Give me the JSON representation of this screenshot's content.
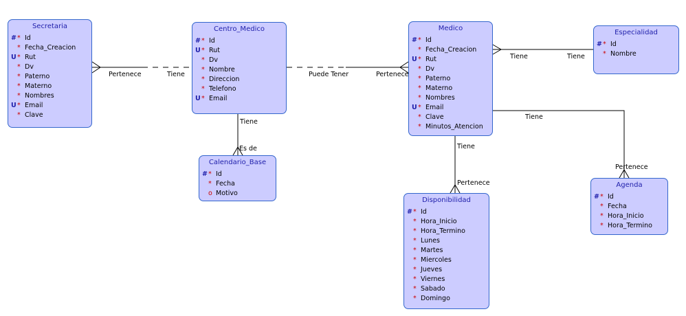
{
  "entities": {
    "secretaria": {
      "title": "Secretaria",
      "attributes": [
        {
          "key": "#",
          "req": "*",
          "name": "Id"
        },
        {
          "key": "",
          "req": "*",
          "name": "Fecha_Creacion"
        },
        {
          "key": "U",
          "req": "*",
          "name": "Rut"
        },
        {
          "key": "",
          "req": "*",
          "name": "Dv"
        },
        {
          "key": "",
          "req": "*",
          "name": "Paterno"
        },
        {
          "key": "",
          "req": "*",
          "name": "Materno"
        },
        {
          "key": "",
          "req": "*",
          "name": "Nombres"
        },
        {
          "key": "U",
          "req": "*",
          "name": "Email"
        },
        {
          "key": "",
          "req": "*",
          "name": "Clave"
        }
      ]
    },
    "centro_medico": {
      "title": "Centro_Medico",
      "attributes": [
        {
          "key": "#",
          "req": "*",
          "name": "Id"
        },
        {
          "key": "U",
          "req": "*",
          "name": "Rut"
        },
        {
          "key": "",
          "req": "*",
          "name": "Dv"
        },
        {
          "key": "",
          "req": "*",
          "name": "Nombre"
        },
        {
          "key": "",
          "req": "*",
          "name": "Direccion"
        },
        {
          "key": "",
          "req": "*",
          "name": "Telefono"
        },
        {
          "key": "U",
          "req": "*",
          "name": "Email"
        }
      ]
    },
    "calendario_base": {
      "title": "Calendario_Base",
      "attributes": [
        {
          "key": "#",
          "req": "*",
          "name": "Id"
        },
        {
          "key": "",
          "req": "*",
          "name": "Fecha"
        },
        {
          "key": "",
          "req": "o",
          "name": "Motivo"
        }
      ]
    },
    "medico": {
      "title": "Medico",
      "attributes": [
        {
          "key": "#",
          "req": "*",
          "name": "Id"
        },
        {
          "key": "",
          "req": "*",
          "name": "Fecha_Creacion"
        },
        {
          "key": "U",
          "req": "*",
          "name": "Rut"
        },
        {
          "key": "",
          "req": "*",
          "name": "Dv"
        },
        {
          "key": "",
          "req": "*",
          "name": "Paterno"
        },
        {
          "key": "",
          "req": "*",
          "name": "Materno"
        },
        {
          "key": "",
          "req": "*",
          "name": "Nombres"
        },
        {
          "key": "U",
          "req": "*",
          "name": "Email"
        },
        {
          "key": "",
          "req": "*",
          "name": "Clave"
        },
        {
          "key": "",
          "req": "*",
          "name": "Minutos_Atencion"
        }
      ]
    },
    "especialidad": {
      "title": "Especialidad",
      "attributes": [
        {
          "key": "#",
          "req": "*",
          "name": "Id"
        },
        {
          "key": "",
          "req": "*",
          "name": "Nombre"
        }
      ]
    },
    "disponibilidad": {
      "title": "Disponibilidad",
      "attributes": [
        {
          "key": "#",
          "req": "*",
          "name": "Id"
        },
        {
          "key": "",
          "req": "*",
          "name": "Hora_Inicio"
        },
        {
          "key": "",
          "req": "*",
          "name": "Hora_Termino"
        },
        {
          "key": "",
          "req": "*",
          "name": "Lunes"
        },
        {
          "key": "",
          "req": "*",
          "name": "Martes"
        },
        {
          "key": "",
          "req": "*",
          "name": "Miercoles"
        },
        {
          "key": "",
          "req": "*",
          "name": "Jueves"
        },
        {
          "key": "",
          "req": "*",
          "name": "Viernes"
        },
        {
          "key": "",
          "req": "*",
          "name": "Sabado"
        },
        {
          "key": "",
          "req": "*",
          "name": "Domingo"
        }
      ]
    },
    "agenda": {
      "title": "Agenda",
      "attributes": [
        {
          "key": "#",
          "req": "*",
          "name": "Id"
        },
        {
          "key": "",
          "req": "*",
          "name": "Fecha"
        },
        {
          "key": "",
          "req": "*",
          "name": "Hora_Inicio"
        },
        {
          "key": "",
          "req": "*",
          "name": "Hora_Termino"
        }
      ]
    }
  },
  "relationships": {
    "secretaria_centro": {
      "label_a": "Pertenece",
      "label_b": "Tiene"
    },
    "centro_medico_rel": {
      "label_a": "Puede Tener",
      "label_b": "Pertenece"
    },
    "centro_calendario": {
      "label_a": "Tiene",
      "label_b": "Es de"
    },
    "medico_especialidad": {
      "label_a": "Tiene",
      "label_b": "Tiene"
    },
    "medico_agenda": {
      "label_a": "Tiene",
      "label_b": "Pertenece"
    },
    "medico_disponibilidad": {
      "label_a": "Tiene",
      "label_b": "Pertenece"
    }
  },
  "colors": {
    "entity_fill": "#ccccff",
    "entity_border": "#3366cc",
    "title_text": "#1e1eaa",
    "line": "#000000"
  }
}
